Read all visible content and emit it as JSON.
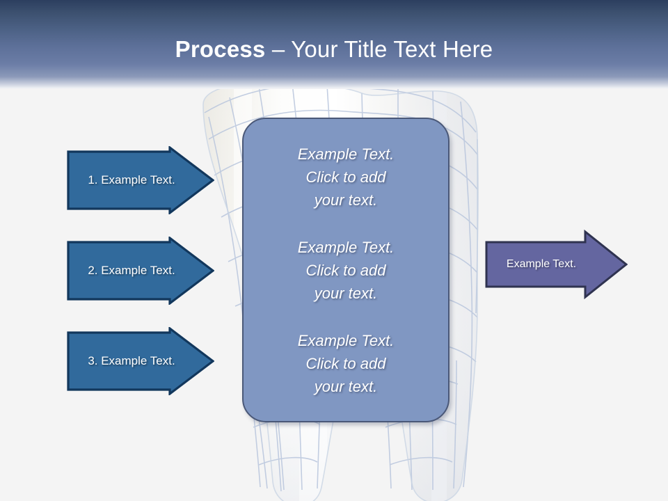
{
  "slide": {
    "background_color": "#f4f4f4",
    "header": {
      "title_bold": "Process ",
      "title_regular": "– Your Title Text Here",
      "gradient_top_color": "#2c3e5f",
      "gradient_bottom_color": "#f4f4f4",
      "title_color": "#ffffff"
    },
    "background_art": {
      "name": "wireframe-tooth-illustration",
      "tooth_fill_color": "#f3f2ee",
      "wireframe_line_color": "#b9c6dd"
    },
    "left_arrows": {
      "fill_color": "#316a9c",
      "border_color": "#12375c",
      "items": [
        {
          "label": "1. Example Text."
        },
        {
          "label": "2. Example Text."
        },
        {
          "label": "3. Example Text."
        }
      ]
    },
    "center_panel": {
      "fill_color": "#8097c2",
      "border_color": "#4a5878",
      "blocks": [
        {
          "text": "Example Text.\nClick  to add\nyour text."
        },
        {
          "text": "Example Text.\nClick  to add\nyour text."
        },
        {
          "text": "Example Text.\nClick  to add\nyour text."
        }
      ]
    },
    "right_arrow": {
      "fill_color": "#6466a0",
      "border_color": "#2f3350",
      "label": "Example Text."
    }
  }
}
